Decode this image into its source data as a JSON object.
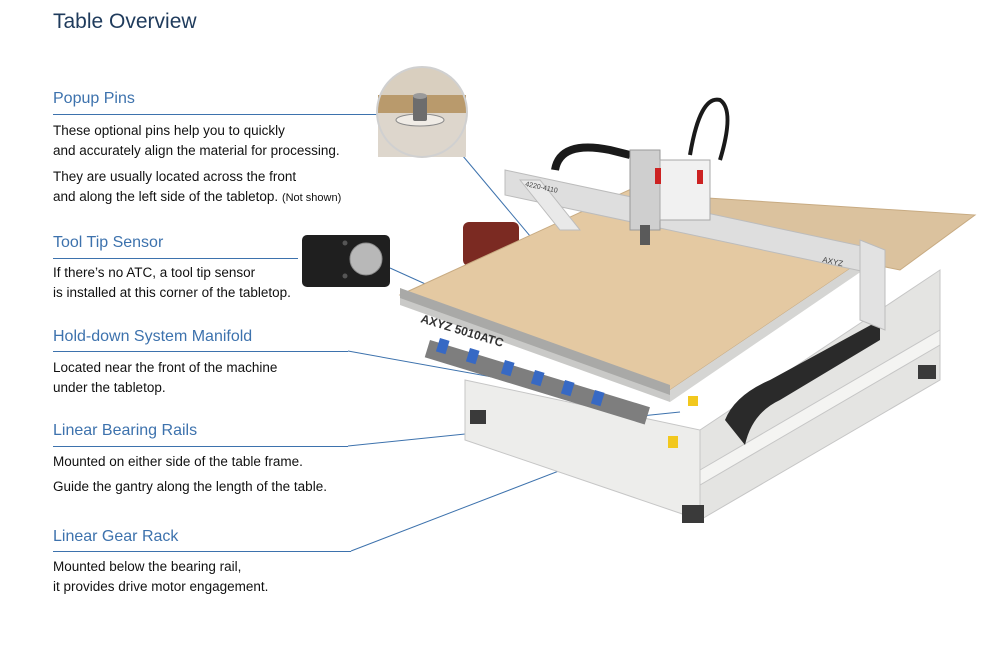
{
  "page": {
    "title": "Table Overview"
  },
  "sections": [
    {
      "heading": "Popup Pins",
      "lines": [
        "These optional pins help you to quickly",
        "and accurately align the material for processing.",
        "They are usually located across the front",
        "and along the left side of the tabletop."
      ],
      "note": "(Not shown)"
    },
    {
      "heading": "Tool Tip Sensor",
      "lines": [
        "If there’s no ATC, a tool tip sensor",
        "is installed at this corner of the tabletop."
      ]
    },
    {
      "heading": "Hold-down System Manifold",
      "lines": [
        "Located near the front of the machine",
        "under the tabletop."
      ]
    },
    {
      "heading": "Linear Bearing Rails",
      "lines": [
        "Mounted on either side of the table frame.",
        "Guide the gantry along the length of the table."
      ]
    },
    {
      "heading": "Linear Gear Rack",
      "lines": [
        "Mounted below the bearing rail,",
        "it provides drive motor engagement."
      ]
    }
  ],
  "machine": {
    "brand_front": "AXYZ 5010ATC",
    "gantry_label": "4220-4110",
    "gantry_brand": "AXYZ"
  }
}
